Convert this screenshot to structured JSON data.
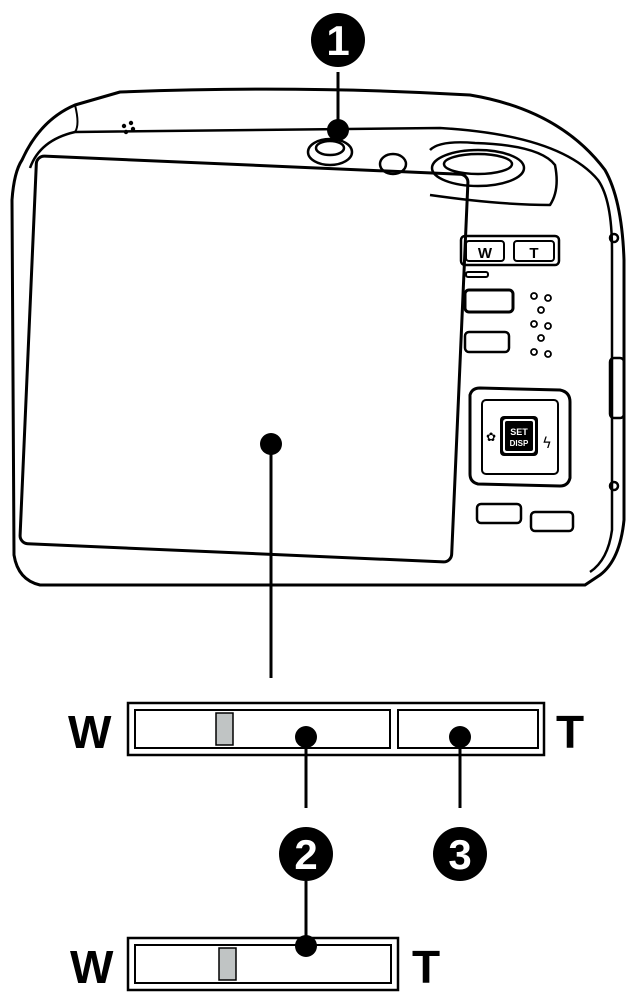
{
  "camera": {
    "zoom_button_wide": "W",
    "zoom_button_tele": "T",
    "nav_center_line1": "SET",
    "nav_center_line2": "DISP"
  },
  "callouts": [
    {
      "number": "1"
    },
    {
      "number": "2"
    },
    {
      "number": "3"
    }
  ],
  "zoom_bar_top": {
    "wide_label": "W",
    "tele_label": "T"
  },
  "zoom_bar_bottom": {
    "wide_label": "W",
    "tele_label": "T"
  }
}
